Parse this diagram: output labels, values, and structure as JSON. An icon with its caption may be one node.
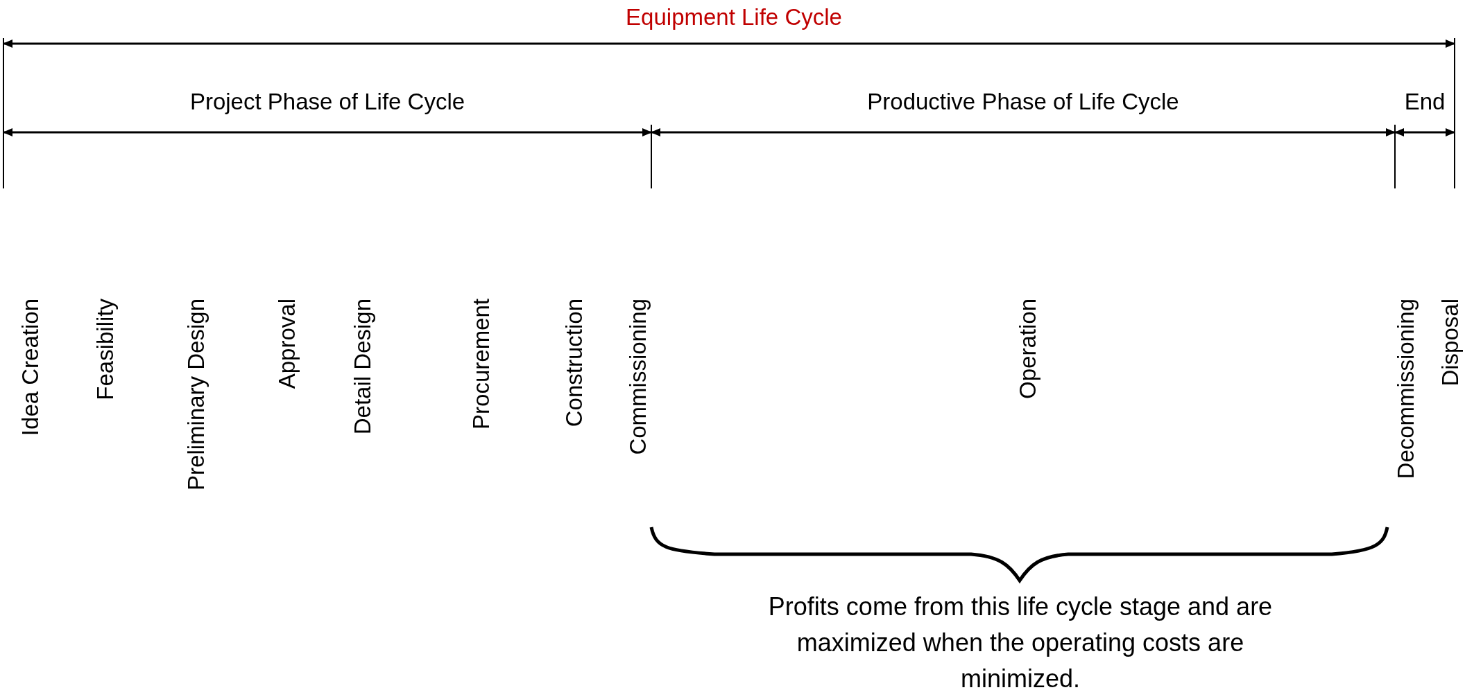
{
  "diagram": {
    "title": "Equipment Life Cycle",
    "labels": [
      "Project Phase of Life Cycle",
      "Productive Phase of Life Cycle",
      "End",
      "Idea Creation",
      "Feasibility",
      "Preliminary Design",
      "Approval",
      "Detail Design",
      "Procurement",
      "Construction",
      "Commissioning",
      "Operation",
      "Decommissioning",
      "Disposal",
      "Profits come from this life cycle stage and are maximized when the operating costs are minimized."
    ]
  }
}
